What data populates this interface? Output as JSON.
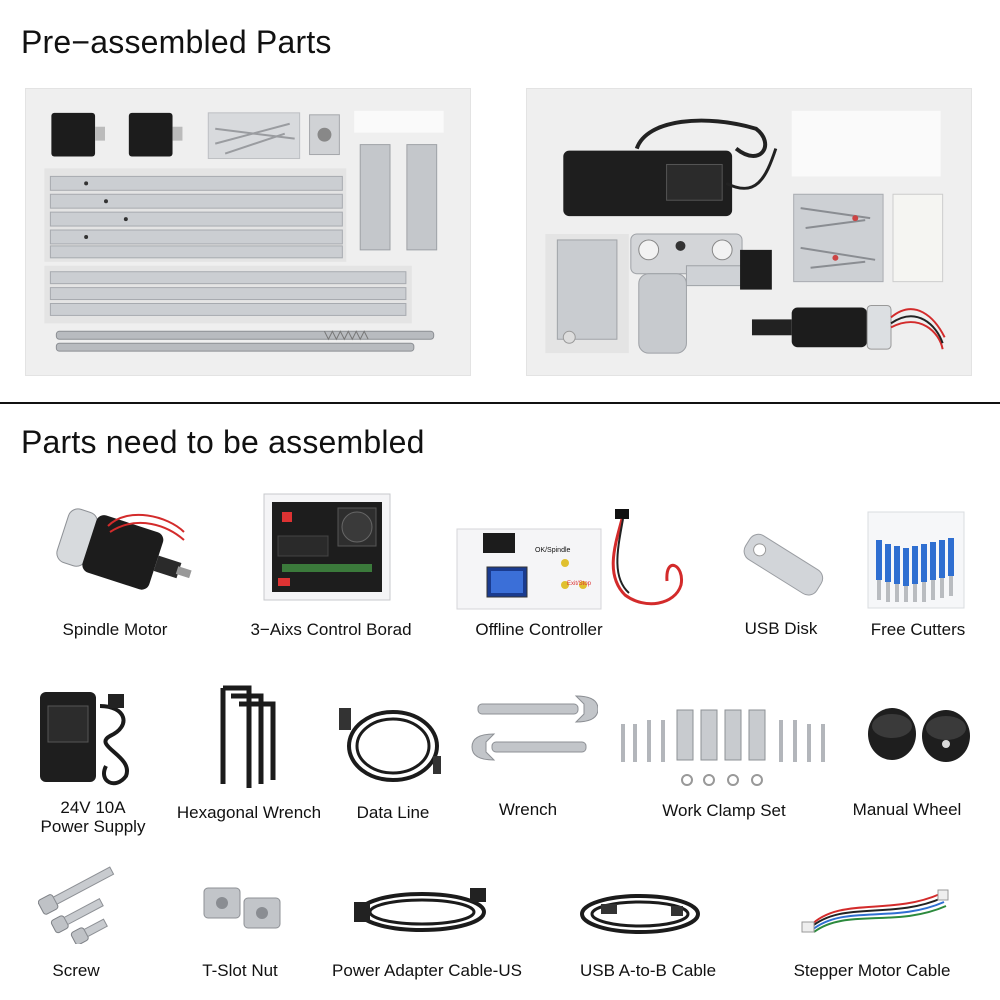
{
  "sections": {
    "pre_assembled_title": "Pre−assembled Parts",
    "to_assemble_title": "Parts need to be assembled"
  },
  "items": {
    "spindle_motor": "Spindle Motor",
    "control_board": "3−Aixs Control Borad",
    "offline_controller": "Offline Controller",
    "usb_disk": "USB Disk",
    "free_cutters": "Free Cutters",
    "power_supply_line1": "24V 10A",
    "power_supply_line2": "Power Supply",
    "hex_wrench": "Hexagonal Wrench",
    "data_line": "Data Line",
    "wrench": "Wrench",
    "work_clamp": "Work Clamp Set",
    "manual_wheel": "Manual Wheel",
    "screw": "Screw",
    "tslot_nut": "T-Slot Nut",
    "power_cable_us": "Power Adapter Cable-US",
    "usb_cable": "USB A-to-B Cable",
    "stepper_cable": "Stepper Motor Cable"
  },
  "controller_screen": {
    "ok_label": "OK/Spindle",
    "stop_label": "Exit/Stop"
  },
  "colors": {
    "foam": "#efefef",
    "aluminum": "#c9ccd0",
    "motor_black": "#1c1c1c",
    "cutter_blue": "#2f6fd1",
    "wire_red": "#d32b2b"
  }
}
